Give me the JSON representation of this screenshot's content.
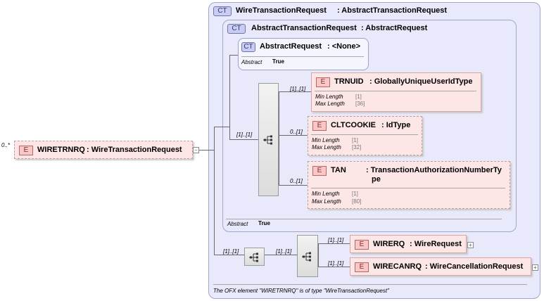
{
  "root": {
    "multiplicity": "0..*",
    "badge": "E",
    "name": "WIRETRNRQ",
    "type": ": WireTransactionRequest"
  },
  "wire_tx": {
    "badge": "CT",
    "name": "WireTransactionRequest",
    "base": ": AbstractTransactionRequest",
    "description": "The OFX element \"WIRETRNRQ\" is of type \"WireTransactionRequest\""
  },
  "abstract_tx": {
    "badge": "CT",
    "name": "AbstractTransactionRequest",
    "base": ": AbstractRequest",
    "abstract_label": "Abstract",
    "abstract_value": "True"
  },
  "abstract_req": {
    "badge": "CT",
    "name": "AbstractRequest",
    "base": ": <None>",
    "abstract_label": "Abstract",
    "abstract_value": "True"
  },
  "sequence1": {
    "multiplicity": "[1]..[1]"
  },
  "trnuid": {
    "badge": "E",
    "name": "TRNUID",
    "type": ": GloballyUniqueUserIdType",
    "multiplicity": "[1]..[1]",
    "facets": [
      {
        "label": "Min Length",
        "value": "[1]"
      },
      {
        "label": "Max Length",
        "value": "[36]"
      }
    ]
  },
  "cltcookie": {
    "badge": "E",
    "name": "CLTCOOKIE",
    "type": ": IdType",
    "multiplicity": "0..[1]",
    "facets": [
      {
        "label": "Min Length",
        "value": "[1]"
      },
      {
        "label": "Max Length",
        "value": "[32]"
      }
    ]
  },
  "tan": {
    "badge": "E",
    "name": "TAN",
    "type_line1": ": TransactionAuthorizationNumberTy",
    "type_line2": "pe",
    "multiplicity": "0..[1]",
    "facets": [
      {
        "label": "Min Length",
        "value": "[1]"
      },
      {
        "label": "Max Length",
        "value": "[80]"
      }
    ]
  },
  "sequence2": {
    "multiplicity": "[1]..[1]"
  },
  "choice": {
    "multiplicity": "[1]..[1]"
  },
  "wirerq": {
    "badge": "E",
    "name": "WIRERQ",
    "type": ": WireRequest",
    "multiplicity": "[1]..[1]",
    "expand": "+"
  },
  "wirecanrq": {
    "badge": "E",
    "name": "WIRECANRQ",
    "type": ": WireCancellationRequest",
    "multiplicity": "[1]..[1]",
    "expand": "+"
  },
  "root_collapse": "−"
}
